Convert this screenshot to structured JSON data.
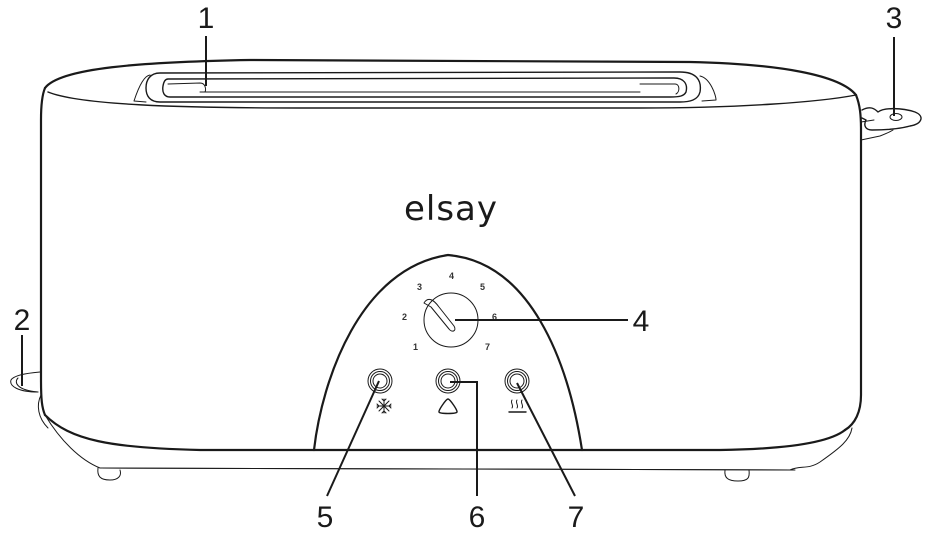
{
  "diagram": {
    "subject": "Long-slot toaster, front view",
    "brand_logo": "elsay",
    "colors": {
      "stroke": "#1a1a1a",
      "background": "#ffffff"
    },
    "callouts": [
      {
        "number": "1",
        "part": "bread slot"
      },
      {
        "number": "2",
        "part": "crumb tray"
      },
      {
        "number": "3",
        "part": "lever"
      },
      {
        "number": "4",
        "part": "browning control dial"
      },
      {
        "number": "5",
        "part": "defrost button"
      },
      {
        "number": "6",
        "part": "cancel button"
      },
      {
        "number": "7",
        "part": "reheat button"
      }
    ],
    "dial": {
      "scale": [
        "1",
        "2",
        "3",
        "4",
        "5",
        "6",
        "7"
      ]
    },
    "button_icons": [
      {
        "name": "snowflake-icon",
        "glyph": "❄"
      },
      {
        "name": "triangle-icon",
        "glyph": "△"
      },
      {
        "name": "heat-waves-icon",
        "glyph": "♨"
      }
    ]
  }
}
